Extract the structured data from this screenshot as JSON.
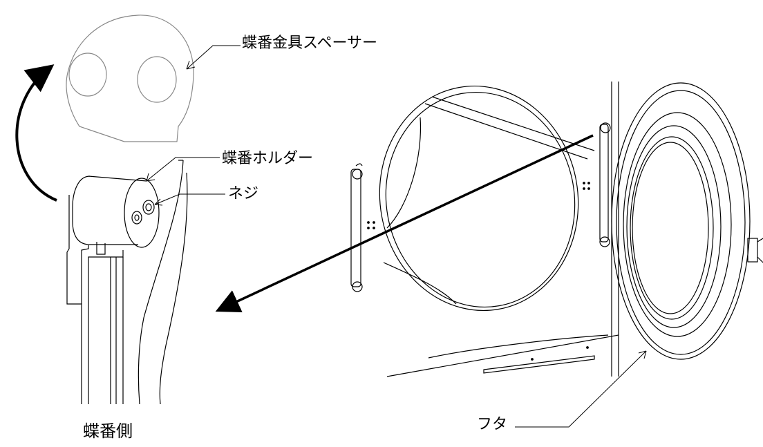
{
  "labels": {
    "spacer": "蝶番金具スペーサー",
    "holder": "蝶番ホルダー",
    "screw": "ネジ",
    "hinge_side": "蝶番側",
    "lid": "フタ"
  },
  "icons": {
    "swap_arrow": "curved-arrow-icon",
    "pointer_arrow": "diagonal-arrow-icon"
  },
  "colors": {
    "line": "#000000",
    "light_line": "#888888",
    "background": "#ffffff"
  }
}
